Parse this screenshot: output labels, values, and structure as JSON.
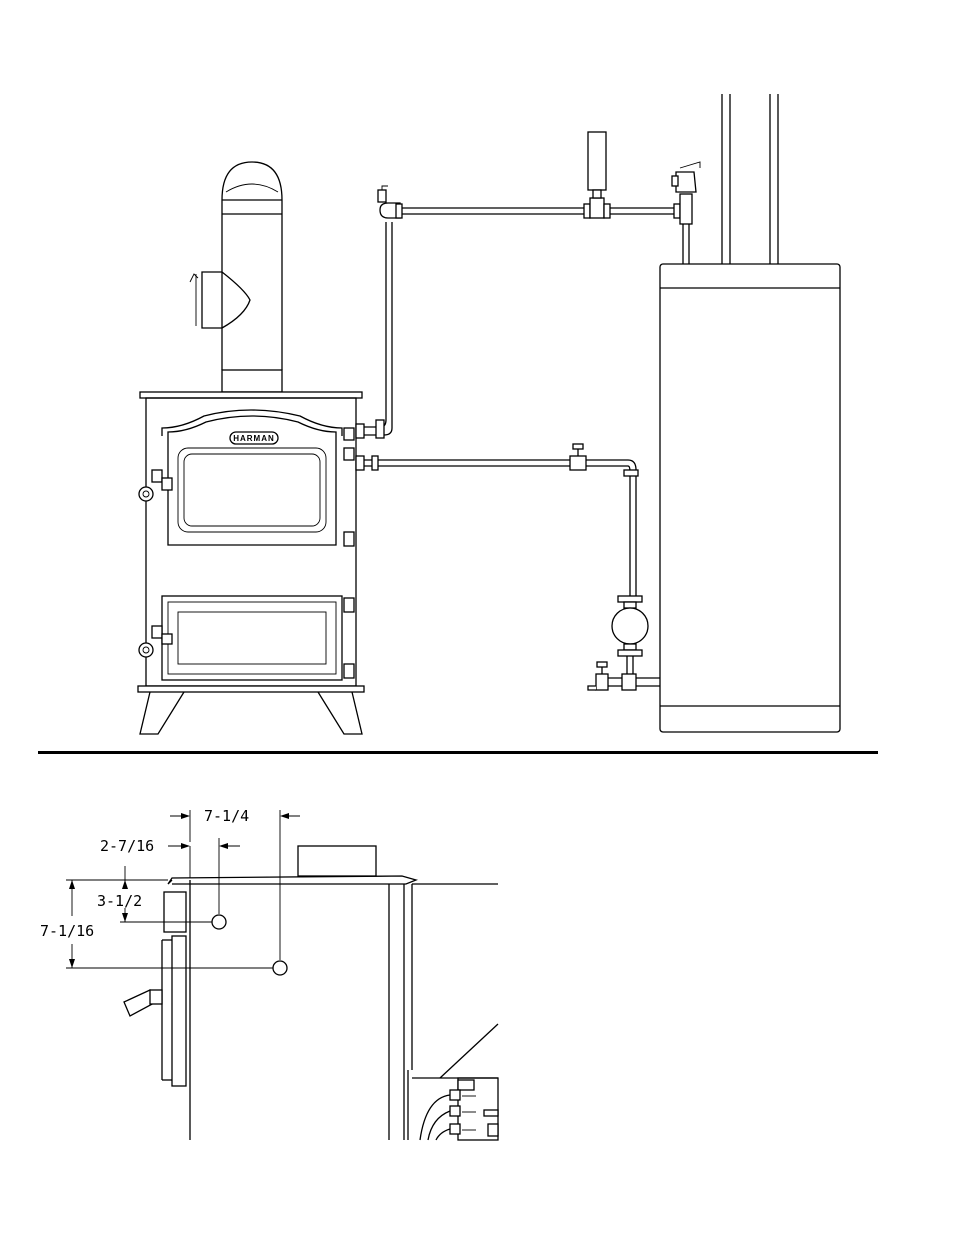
{
  "stove": {
    "brand_label": "HARMAN"
  },
  "dimensions": {
    "d1": "7-1/4",
    "d2": "2-7/16",
    "d3": "3-1/2",
    "d4": "7-1/16"
  },
  "colors": {
    "line": "#000000",
    "background": "#ffffff"
  }
}
